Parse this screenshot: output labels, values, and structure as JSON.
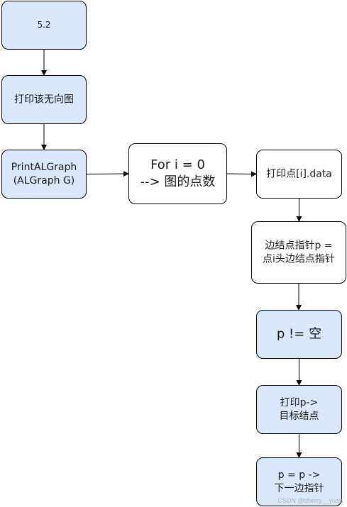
{
  "nodes": {
    "n1": {
      "label": "5.2",
      "fill": "#dae8fc"
    },
    "n2": {
      "label": "打印该无向图",
      "fill": "#dae8fc"
    },
    "n3": {
      "label": "PrintALGraph\n(ALGraph G)",
      "fill": "#dae8fc"
    },
    "n4": {
      "label": "For i  =  0\n--> 图的点数",
      "fill": "#ffffff"
    },
    "n5": {
      "label": "打印点[i].data",
      "fill": "#ffffff"
    },
    "n6": {
      "label": "边结点指针p =\n点i头边结点指针",
      "fill": "#ffffff"
    },
    "n7": {
      "label": "p != 空",
      "fill": "#dae8fc"
    },
    "n8": {
      "label": "打印p->\n目标结点",
      "fill": "#dae8fc"
    },
    "n9": {
      "label": "p = p ->\n下一边指针",
      "fill": "#dae8fc"
    }
  },
  "edges": [
    {
      "from": "n1",
      "to": "n2"
    },
    {
      "from": "n2",
      "to": "n3"
    },
    {
      "from": "n3",
      "to": "n4"
    },
    {
      "from": "n4",
      "to": "n5"
    },
    {
      "from": "n5",
      "to": "n6"
    },
    {
      "from": "n6",
      "to": "n7"
    },
    {
      "from": "n7",
      "to": "n8"
    },
    {
      "from": "n8",
      "to": "n9"
    }
  ],
  "style": {
    "stroke": "#000000",
    "edge_color": "#000000"
  },
  "watermark": "CSDN @sherry__yuan"
}
